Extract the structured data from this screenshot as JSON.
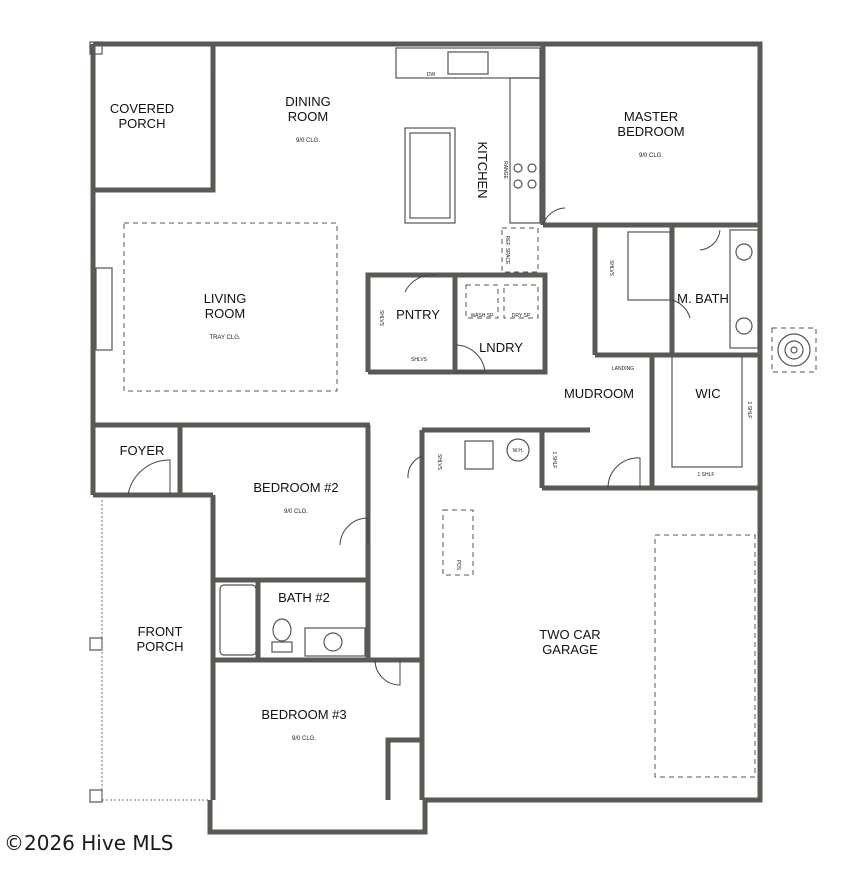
{
  "rooms": {
    "covered_porch": [
      "COVERED",
      "PORCH"
    ],
    "dining_room": [
      "DINING",
      "ROOM"
    ],
    "dining_clg": "9/0 CLG.",
    "kitchen": "KITCHEN",
    "master_bedroom": [
      "MASTER",
      "BEDROOM"
    ],
    "master_clg": "9/0 CLG.",
    "living_room": [
      "LIVING",
      "ROOM"
    ],
    "living_clg": "TRAY CLG.",
    "pantry": "PNTRY",
    "laundry": "LNDRY",
    "master_bath": "M. BATH",
    "mudroom": "MUDROOM",
    "wic": "WIC",
    "foyer": "FOYER",
    "bedroom2": "BEDROOM #2",
    "bedroom2_clg": "9/0 CLG.",
    "bath2": "BATH #2",
    "front_porch": [
      "FRONT",
      "PORCH"
    ],
    "garage": [
      "TWO CAR",
      "GARAGE"
    ],
    "bedroom3": "BEDROOM #3",
    "bedroom3_clg": "9/0 CLG."
  },
  "fixtures": {
    "dw": "DW",
    "range": "RANGE",
    "refrig": "REF. SPACE",
    "shelves": "SHLVS",
    "wash_sp": "WASH SP",
    "dry_sp": "DRY SP",
    "landing": "LANDING",
    "wh": "W.H.",
    "shelf": "1 SHLF",
    "pds": "PDS"
  },
  "watermark": "©2026 Hive MLS"
}
